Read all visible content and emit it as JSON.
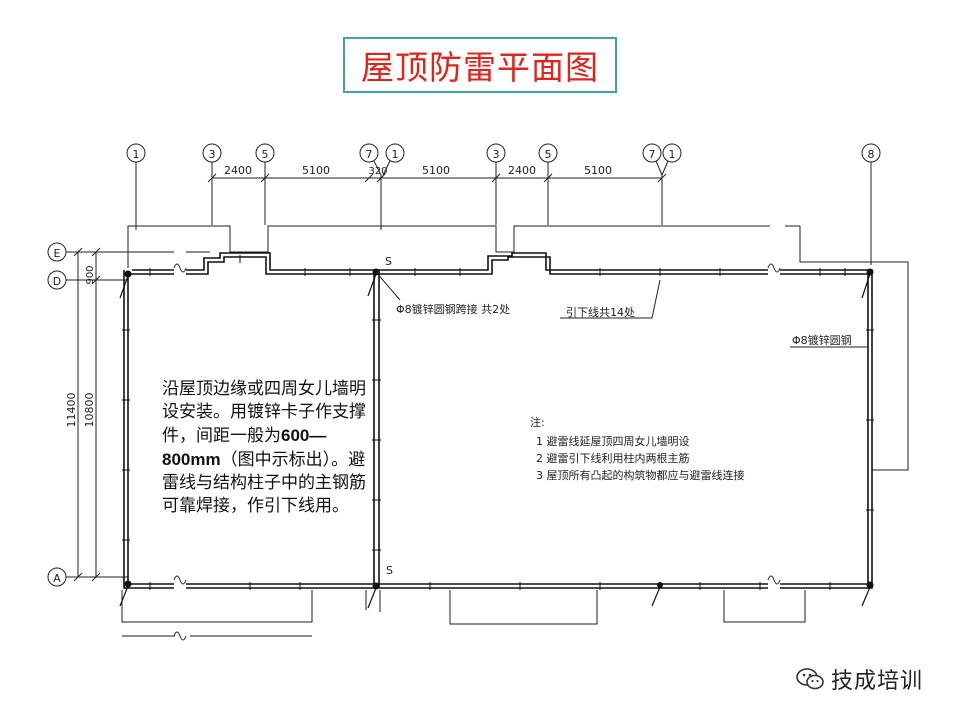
{
  "title": "屋顶防雷平面图",
  "axes": {
    "top_labels": [
      "1",
      "3",
      "5",
      "7",
      "1",
      "3",
      "5",
      "7",
      "1",
      "8"
    ],
    "left_labels": [
      "E",
      "D",
      "A"
    ]
  },
  "dimensions": {
    "top": [
      "2400",
      "5100",
      "320",
      "5100",
      "2400",
      "5100"
    ],
    "left": [
      "900",
      "11400",
      "10800"
    ]
  },
  "markers": {
    "s_top": "S",
    "s_bottom": "S"
  },
  "callouts": {
    "bridge": "Φ8镀锌圆钢跨接  共2处",
    "downlead": "引下线共14处",
    "round_steel": "Φ8镀锌圆钢"
  },
  "notes": {
    "heading": "注:",
    "items": [
      "1 避雷线延屋顶四周女儿墙明设",
      "2 避雷引下线利用柱内两根主筋",
      "3 屋顶所有凸起的构筑物都应与避雷线连接"
    ]
  },
  "description": {
    "line1": "沿屋顶边缘或四周女儿墙明",
    "line2": "设安装。用镀锌卡子作支撑",
    "line3a": "件，间距一般为",
    "line3b": "600—",
    "line4a": "800mm",
    "line4b": "（图中示标出）。避",
    "line5": "雷线与结构柱子中的主钢筋",
    "line6": "可靠焊接，作引下线用。"
  },
  "watermark": {
    "text": "技成培训",
    "icon": "wechat-icon"
  },
  "colors": {
    "title": "#e0241c",
    "title_border": "#3aa6a6"
  }
}
